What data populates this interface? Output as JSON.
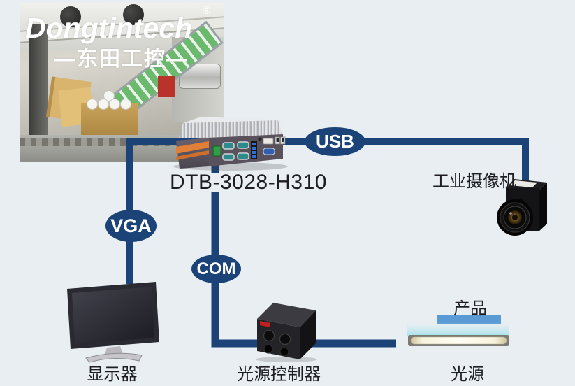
{
  "colors": {
    "background": "#e8eef1",
    "accent": "#1b4377",
    "product_bar_blue": "#5b9bd5"
  },
  "photo": {
    "brand": "Dongtintech",
    "registered": "®",
    "brand_cn": "—东田工控—"
  },
  "pc": {
    "model": "DTB-3028-H310"
  },
  "connections": {
    "usb": "USB",
    "vga": "VGA",
    "com": "COM"
  },
  "devices": {
    "camera": "工业摄像机",
    "monitor": "显示器",
    "light_controller": "光源控制器",
    "light_source": "光源",
    "product": "产品"
  }
}
